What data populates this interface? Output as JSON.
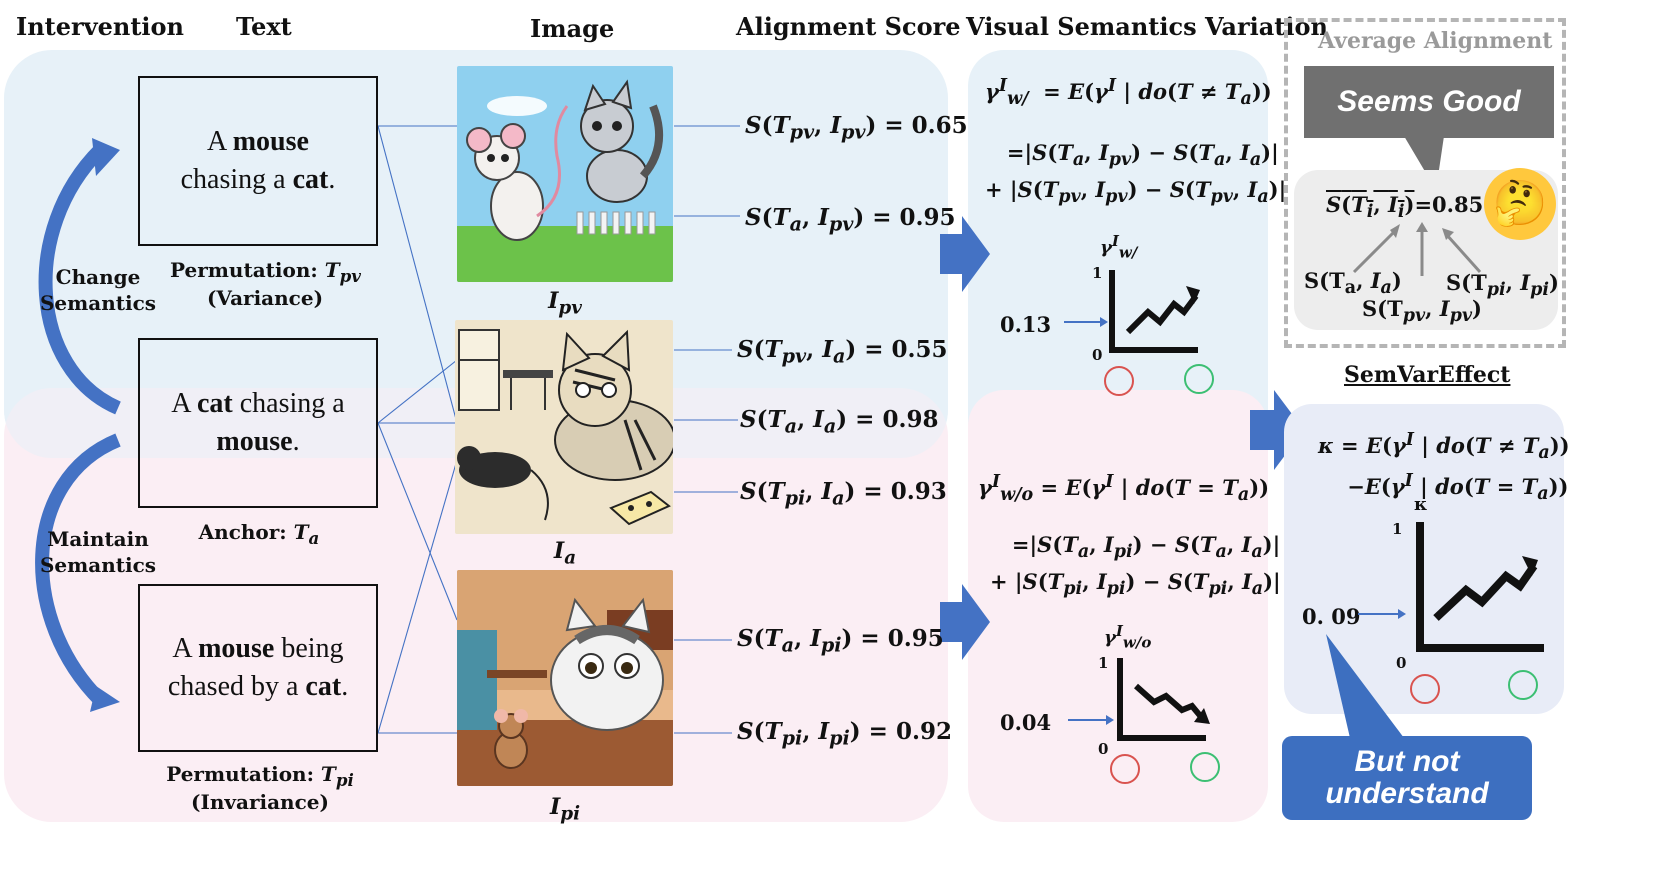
{
  "headers": {
    "intervention": "Intervention",
    "text": "Text",
    "image": "Image",
    "alignment_score": "Alignment Score",
    "visual_semantics_variation": "Visual Semantics Variation"
  },
  "text_boxes": {
    "pv": {
      "pre": "A ",
      "b1": "mouse",
      "mid": "chasing a ",
      "b2": "cat",
      "post": "."
    },
    "a": {
      "pre": "A ",
      "b1": "cat",
      "mid": " chasing a",
      "b2": "mouse",
      "post": "."
    },
    "pi": {
      "pre": "A ",
      "b1": "mouse",
      "mid": " being chased by a ",
      "b2": "cat",
      "post": "."
    }
  },
  "captions": {
    "pv_line1": "Permutation: ",
    "pv_sym": "T",
    "pv_sub": "pv",
    "pv_line2": "(Variance)",
    "a_line1": "Anchor: ",
    "a_sym": "T",
    "a_sub": "a",
    "pi_line1": "Permutation: ",
    "pi_sym": "T",
    "pi_sub": "pi",
    "pi_line2": "(Invariance)"
  },
  "arrows_labels": {
    "change": [
      "Change",
      "Semantics"
    ],
    "maintain": [
      "Maintain",
      "Semantics"
    ]
  },
  "image_labels": {
    "pv": {
      "sym": "I",
      "sub": "pv"
    },
    "a": {
      "sym": "I",
      "sub": "a"
    },
    "pi": {
      "sym": "I",
      "sub": "pi"
    }
  },
  "scores": [
    {
      "t": "pv",
      "i": "pv",
      "value": "0.65"
    },
    {
      "t": "a",
      "i": "pv",
      "value": "0.95"
    },
    {
      "t": "pv",
      "i": "a",
      "value": "0.55"
    },
    {
      "t": "a",
      "i": "a",
      "value": "0.98"
    },
    {
      "t": "pi",
      "i": "a",
      "value": "0.93"
    },
    {
      "t": "a",
      "i": "pi",
      "value": "0.95"
    },
    {
      "t": "pi",
      "i": "pi",
      "value": "0.92"
    }
  ],
  "variation": {
    "with_value": "0.13",
    "without_value": "0.04",
    "axis_top": "1",
    "axis_bottom": "0"
  },
  "average_alignment": {
    "title": "Average Alignment",
    "bubble": "Seems Good",
    "mean_value": "=0.85",
    "terms": [
      "S(T",
      "S(T",
      "S(T"
    ]
  },
  "semvar": {
    "title": "SemVarEffect",
    "value": "0. 09",
    "axis_top": "1",
    "axis_bottom": "0",
    "kappa": "κ",
    "bubble_line1": "But not",
    "bubble_line2": "understand"
  },
  "colors": {
    "blue_panel": "#e7f1f8",
    "pink_panel": "#fbeef4",
    "arrow_blue": "#4472c4",
    "bubble_gray": "#707070",
    "bubble_blue": "#3d6fc0",
    "sad_red": "#d9534f",
    "happy_green": "#3cbf73"
  },
  "icons": [
    "sad-face-icon",
    "happy-face-icon",
    "trend-up-icon",
    "trend-down-icon",
    "thinking-emoji-icon",
    "right-block-arrow-icon"
  ]
}
